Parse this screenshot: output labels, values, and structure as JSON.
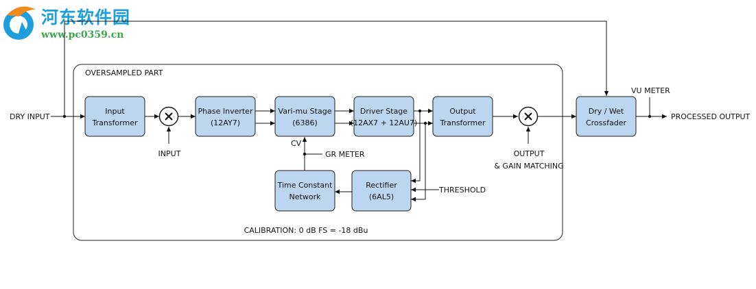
{
  "watermark": {
    "site_name": "河东软件园",
    "url": "www.pc0359.cn"
  },
  "diagram": {
    "region_label": "OVERSAMPLED PART",
    "calibration": "CALIBRATION: 0 dB FS = -18 dBu",
    "blocks": {
      "input_transformer": [
        "Input",
        "Transformer"
      ],
      "phase_inverter": [
        "Phase Inverter",
        "(12AY7)"
      ],
      "vari_mu_stage": [
        "Vari-mu Stage",
        "(6386)"
      ],
      "driver_stage": [
        "Driver Stage",
        "(12AX7 + 12AU7)"
      ],
      "output_transformer": [
        "Output",
        "Transformer"
      ],
      "dry_wet_crossfader": [
        "Dry / Wet",
        "Crossfader"
      ],
      "time_constant_network": [
        "Time Constant",
        "Network"
      ],
      "rectifier": [
        "Rectifier",
        "(6AL5)"
      ]
    },
    "labels": {
      "dry_input": "DRY INPUT",
      "input": "INPUT",
      "output_gain": [
        "OUTPUT",
        "& GAIN MATCHING"
      ],
      "cv": "CV",
      "gr_meter": "GR METER",
      "threshold": "THRESHOLD",
      "vu_meter": "VU METER",
      "processed_output": "PROCESSED  OUTPUT"
    }
  }
}
